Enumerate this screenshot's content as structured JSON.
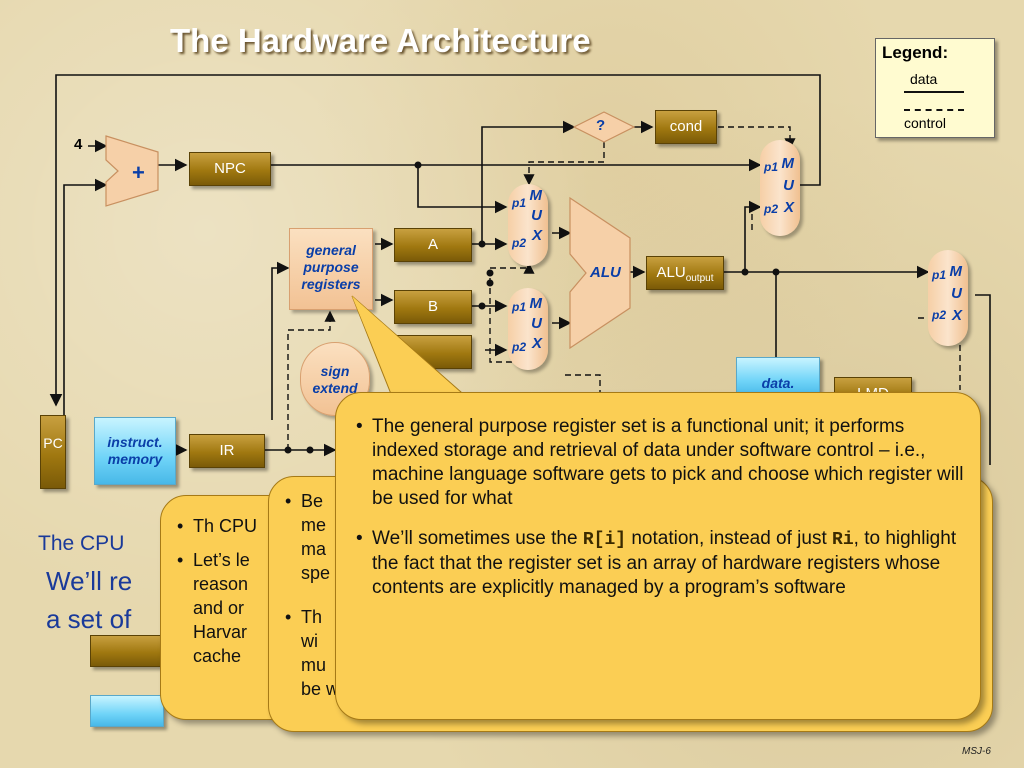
{
  "title": "The Hardware Architecture",
  "legend": {
    "heading": "Legend:",
    "data_label": "data",
    "control_label": "control"
  },
  "diagram": {
    "const_four": "4",
    "adder_symbol": "+",
    "npc": "NPC",
    "cond": "cond",
    "cond_test": "?",
    "gpr": "general purpose registers",
    "reg_a": "A",
    "reg_b": "B",
    "sign_extend": "sign extend",
    "alu": "ALU",
    "alu_output_main": "ALU",
    "alu_output_sub": "output",
    "data_memory": "data.",
    "lmd": "LMD",
    "pc": "PC",
    "instr_memory": "instruct. memory",
    "ir": "IR",
    "mux_m": "M",
    "mux_u": "U",
    "mux_x": "X",
    "mux_p1": "p1",
    "mux_p2": "p2"
  },
  "background_text": {
    "line1": "The CPU",
    "line2": "We’ll re",
    "line3": "a set of",
    "bubble1_items": [
      "Th CPU",
      "Let’s le reason and or Harvar cache"
    ],
    "bubble2_items": [
      "Be me ma spe",
      "Th wi mu be w"
    ]
  },
  "callout": {
    "item1": "The general purpose register set is a functional unit; it performs indexed storage and retrieval of data under software control – i.e., machine language software gets to pick and choose which register will be used for what",
    "item2_prefix": "We’ll sometimes use the ",
    "item2_code1": "R[i]",
    "item2_mid": " notation, instead of just ",
    "item2_code2": "Ri",
    "item2_suffix": ", to highlight the fact that the register set is an array of hardware registers whose contents are explicitly managed by a program’s software"
  },
  "footer": "MSJ-6"
}
